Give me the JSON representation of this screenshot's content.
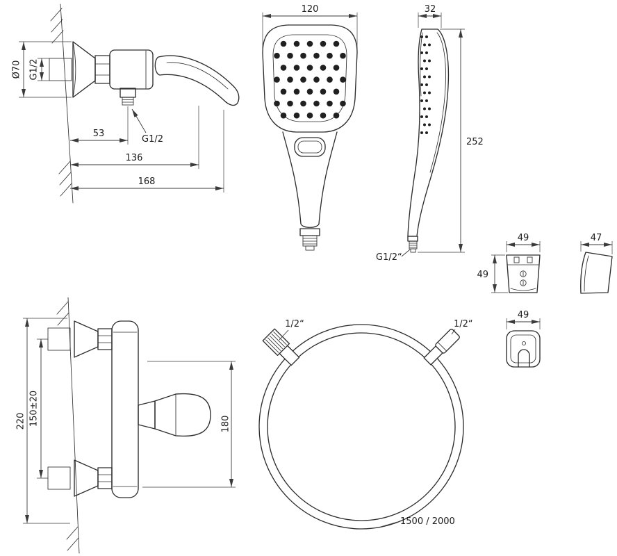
{
  "drawing": {
    "mixer_side": {
      "escutcheon_dia": "Ø70",
      "wall_thread": "G1/2",
      "outlet_offset": "53",
      "outlet_thread": "G1/2",
      "body_depth": "136",
      "total_depth": "168"
    },
    "handset_front": {
      "width": "120"
    },
    "handset_side": {
      "depth": "32",
      "length": "252",
      "thread": "G1/2“"
    },
    "holder_front": {
      "width": "49",
      "height": "49"
    },
    "holder_side": {
      "depth": "47"
    },
    "holder_bottom": {
      "width": "49"
    },
    "mixer_front": {
      "overall_height": "220",
      "pipe_centers": "150±20",
      "side_height": "180"
    },
    "hose": {
      "left_thread": "1/2“",
      "right_thread": "1/2“",
      "length_variants": "1500 / 2000"
    }
  },
  "colors": {
    "line": "#2d2d2d",
    "dim": "#3a3a3a",
    "background": "#ffffff"
  }
}
